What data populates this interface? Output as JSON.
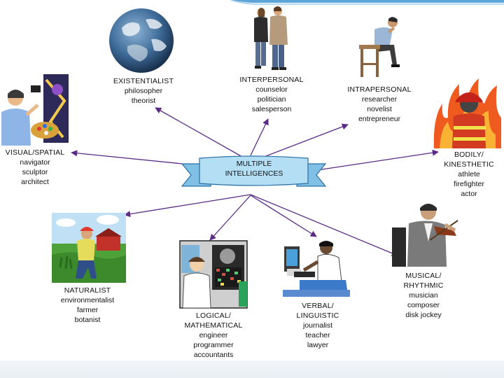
{
  "colors": {
    "arrow": "#5a2a86",
    "banner": "#9fd3ee",
    "banner_border": "#2a6fa6",
    "top_bar": "#5fa4d6"
  },
  "center": {
    "line1": "MULTIPLE",
    "line2": "INTELLIGENCES"
  },
  "nodes": [
    {
      "id": "existentialist",
      "icon": "earth-icon",
      "title": [
        "EXISTENTIALIST"
      ],
      "items": [
        "philosopher",
        "theorist"
      ]
    },
    {
      "id": "interpersonal",
      "icon": "people-icon",
      "title": [
        "INTERPERSONAL"
      ],
      "items": [
        "counselor",
        "politician",
        "salesperson"
      ]
    },
    {
      "id": "intrapersonal",
      "icon": "thinker-icon",
      "title": [
        "INTRAPERSONAL"
      ],
      "items": [
        "researcher",
        "novelist",
        "entrepreneur"
      ]
    },
    {
      "id": "visual-spatial",
      "icon": "painter-icon",
      "title": [
        "VISUAL/SPATIAL"
      ],
      "items": [
        "navigator",
        "sculptor",
        "architect"
      ]
    },
    {
      "id": "bodily-kinesthetic",
      "icon": "firefighter-icon",
      "title": [
        "BODILY/",
        "KINESTHETIC"
      ],
      "items": [
        "athlete",
        "firefighter",
        "actor"
      ]
    },
    {
      "id": "naturalist",
      "icon": "farmer-icon",
      "title": [
        "NATURALIST"
      ],
      "items": [
        "environmentalist",
        "farmer",
        "botanist"
      ]
    },
    {
      "id": "logical-mathematical",
      "icon": "scientist-icon",
      "title": [
        "LOGICAL/",
        "MATHEMATICAL"
      ],
      "items": [
        "engineer",
        "programmer",
        "accountants"
      ]
    },
    {
      "id": "verbal-linguistic",
      "icon": "computer-user-icon",
      "title": [
        "VERBAL/",
        "LINGUISTIC"
      ],
      "items": [
        "journalist",
        "teacher",
        "lawyer"
      ]
    },
    {
      "id": "musical-rhythmic",
      "icon": "violinist-icon",
      "title": [
        "MUSICAL/",
        "RHYTHMIC"
      ],
      "items": [
        "musician",
        "composer",
        "disk jockey"
      ]
    }
  ]
}
